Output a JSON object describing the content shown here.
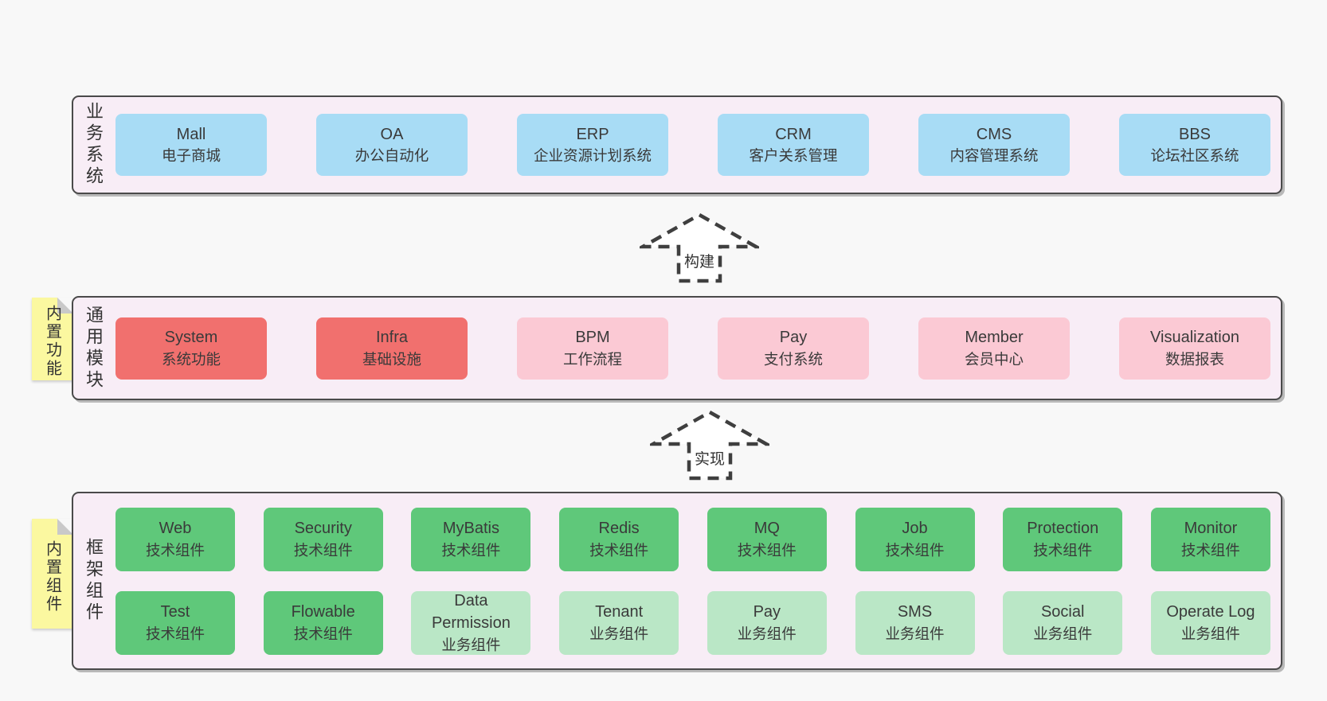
{
  "colors": {
    "page_bg": "#f8f8f8",
    "band_bg": "#f8edf6",
    "band_border": "#4a4a4a",
    "sticky_yellow": "#fbf8a0",
    "blue": "#a8dcf5",
    "red": "#f1706e",
    "pink": "#fbc9d4",
    "green": "#5fc87a",
    "green_light": "#bae7c6",
    "text": "#3a3a3a"
  },
  "arrows": [
    {
      "label": "构建"
    },
    {
      "label": "实现"
    }
  ],
  "bands": [
    {
      "id": "business-systems",
      "label": "业务系统",
      "sticky": null,
      "rows": [
        [
          {
            "name": "Mall",
            "desc": "电子商城",
            "color": "blue"
          },
          {
            "name": "OA",
            "desc": "办公自动化",
            "color": "blue"
          },
          {
            "name": "ERP",
            "desc": "企业资源计划系统",
            "color": "blue"
          },
          {
            "name": "CRM",
            "desc": "客户关系管理",
            "color": "blue"
          },
          {
            "name": "CMS",
            "desc": "内容管理系统",
            "color": "blue"
          },
          {
            "name": "BBS",
            "desc": "论坛社区系统",
            "color": "blue"
          }
        ]
      ]
    },
    {
      "id": "common-modules",
      "label": "通用模块",
      "sticky": "内置功能",
      "rows": [
        [
          {
            "name": "System",
            "desc": "系统功能",
            "color": "red"
          },
          {
            "name": "Infra",
            "desc": "基础设施",
            "color": "red"
          },
          {
            "name": "BPM",
            "desc": "工作流程",
            "color": "pink"
          },
          {
            "name": "Pay",
            "desc": "支付系统",
            "color": "pink"
          },
          {
            "name": "Member",
            "desc": "会员中心",
            "color": "pink"
          },
          {
            "name": "Visualization",
            "desc": "数据报表",
            "color": "pink"
          }
        ]
      ]
    },
    {
      "id": "framework-components",
      "label": "框架组件",
      "sticky": "内置组件",
      "rows": [
        [
          {
            "name": "Web",
            "desc": "技术组件",
            "color": "green"
          },
          {
            "name": "Security",
            "desc": "技术组件",
            "color": "green"
          },
          {
            "name": "MyBatis",
            "desc": "技术组件",
            "color": "green"
          },
          {
            "name": "Redis",
            "desc": "技术组件",
            "color": "green"
          },
          {
            "name": "MQ",
            "desc": "技术组件",
            "color": "green"
          },
          {
            "name": "Job",
            "desc": "技术组件",
            "color": "green"
          },
          {
            "name": "Protection",
            "desc": "技术组件",
            "color": "green"
          },
          {
            "name": "Monitor",
            "desc": "技术组件",
            "color": "green"
          }
        ],
        [
          {
            "name": "Test",
            "desc": "技术组件",
            "color": "green"
          },
          {
            "name": "Flowable",
            "desc": "技术组件",
            "color": "green"
          },
          {
            "name": "Data Permission",
            "desc": "业务组件",
            "color": "green_light"
          },
          {
            "name": "Tenant",
            "desc": "业务组件",
            "color": "green_light"
          },
          {
            "name": "Pay",
            "desc": "业务组件",
            "color": "green_light"
          },
          {
            "name": "SMS",
            "desc": "业务组件",
            "color": "green_light"
          },
          {
            "name": "Social",
            "desc": "业务组件",
            "color": "green_light"
          },
          {
            "name": "Operate Log",
            "desc": "业务组件",
            "color": "green_light"
          }
        ]
      ]
    }
  ]
}
